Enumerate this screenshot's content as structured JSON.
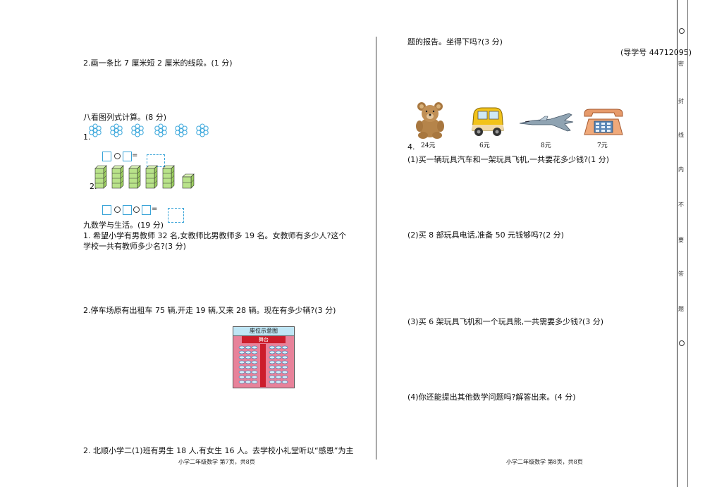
{
  "left": {
    "q2_draw": "2.画一条比 7 厘米短 2 厘米的线段。(1 分)",
    "sec8_title": "八看图列式计算。(8 分)",
    "sec8_q1": "1.",
    "sec8_q2": "2.",
    "equals1": "=",
    "equals2": "=",
    "sec9_title": "九数学与生活。(19 分)",
    "sec9_q1_line1": "1.  希望小学有男教师 32 名,女教师比男教师多 19 名。女教师有多少人?这个",
    "sec9_q1_line2": "学校一共有教师多少名?(3 分)",
    "sec9_q2": "2.停车场原有出租车 75 辆,开走 19 辆,又来 28 辆。现在有多少辆?(3 分)",
    "seat_title": "座位示意图",
    "stage_label": "舞台",
    "sec9_q3": "2.  北顺小学二(1)班有男生 18 人,有女生 16 人。去学校小礼堂听以“感恩”为主",
    "footer": "小学二年级数学  第7页，共8页"
  },
  "right": {
    "q3_cont": "题的报告。坐得下吗?(3 分)",
    "guide_no": "(导学号 44712095)",
    "q4_num": "4.",
    "prices": [
      "24元",
      "6元",
      "8元",
      "7元"
    ],
    "sub1": "(1)买一辆玩具汽车和一架玩具飞机,一共要花多少钱?(1 分)",
    "sub2": "(2)买 8 部玩具电话,准备 50 元钱够吗?(2 分)",
    "sub3": "(3)买 6 架玩具飞机和一个玩具熊,一共需要多少钱?(3 分)",
    "sub4": "(4)你还能提出其他数学问题吗?解答出来。(4 分)",
    "footer": "小学二年级数学  第8页，共8页"
  },
  "binding": {
    "chars": [
      "密",
      "封",
      "线",
      "内",
      "不",
      "要",
      "答",
      "题"
    ]
  },
  "colors": {
    "flower": "#3aa7dc",
    "box": "#39a4d8",
    "cube": "#b9e38a",
    "seat_bg": "#e8829a",
    "stage": "#cc1d2b"
  }
}
